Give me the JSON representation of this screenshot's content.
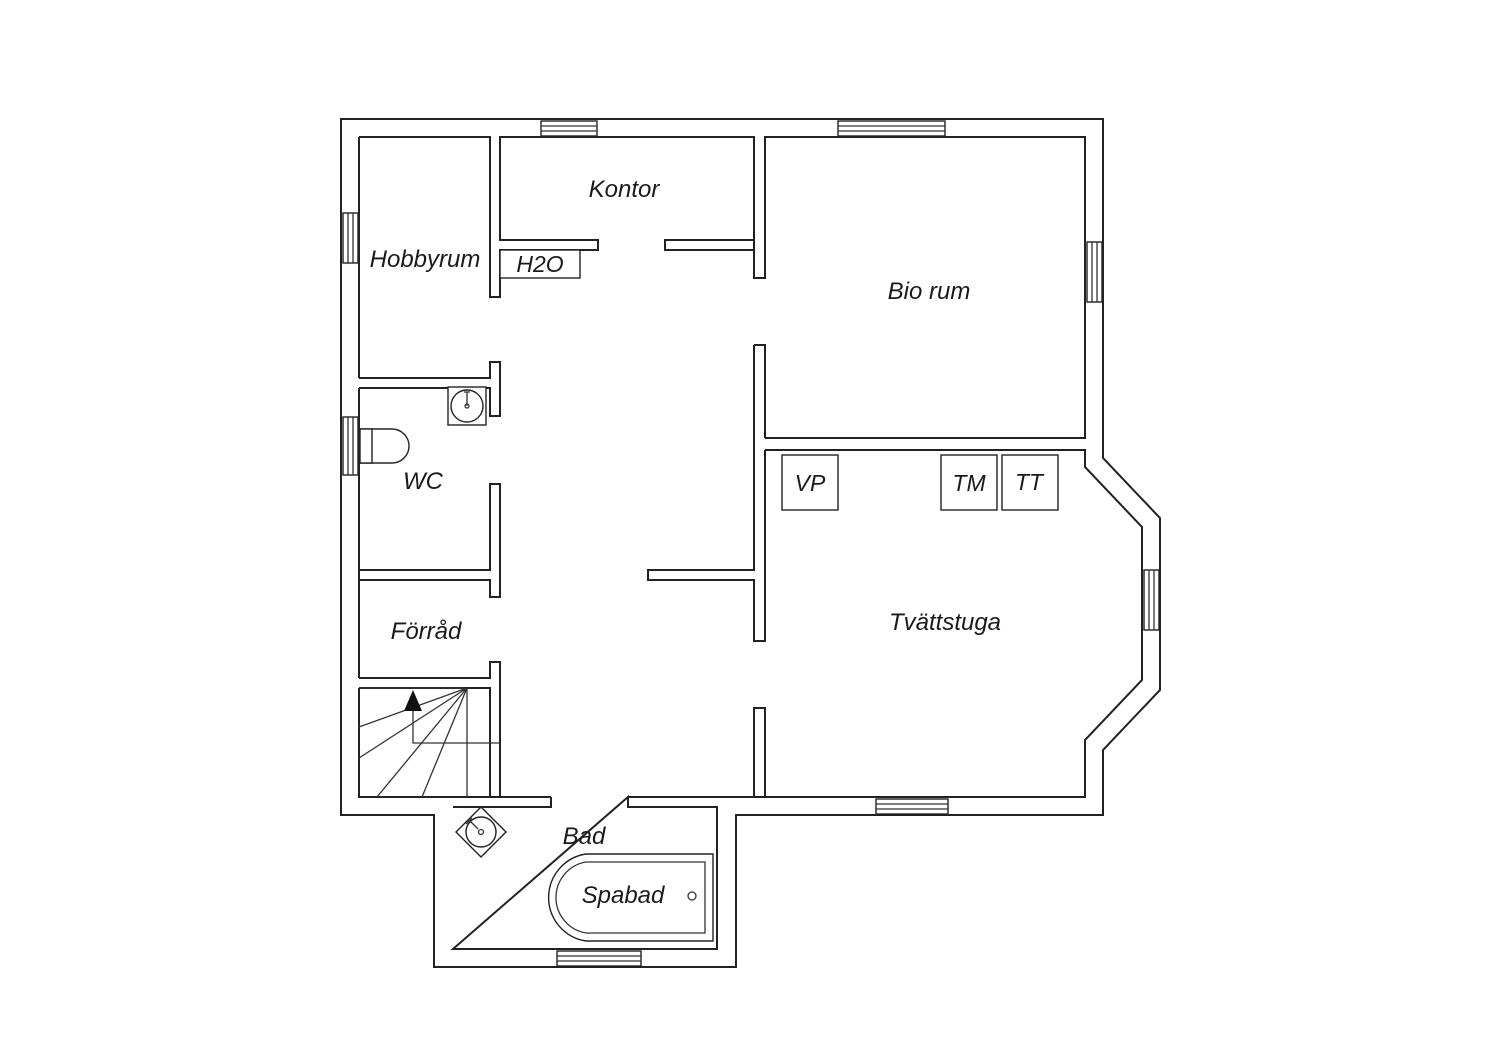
{
  "rooms": {
    "kontor": "Kontor",
    "hobbyrum": "Hobbyrum",
    "h2o": "H2O",
    "bio_rum": "Bio rum",
    "wc": "WC",
    "forrad": "Förråd",
    "tvattstuga": "Tvättstuga",
    "bad": "Bad",
    "spabad": "Spabad"
  },
  "fixtures": {
    "vp": "VP",
    "tm": "TM",
    "tt": "TT"
  }
}
